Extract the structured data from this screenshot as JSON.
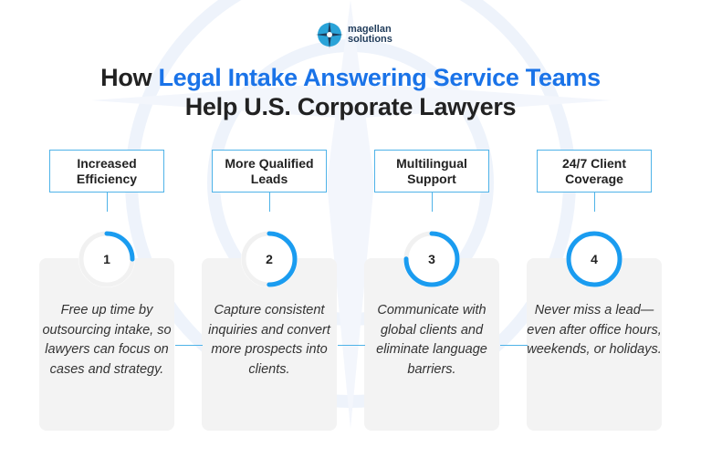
{
  "logo": {
    "line1": "magellan",
    "line2": "solutions"
  },
  "title": {
    "prefix": "How ",
    "highlight": "Legal Intake Answering Service Teams",
    "line2": "Help U.S. Corporate Lawyers"
  },
  "colors": {
    "accent": "#1a9cf0",
    "title_blue": "#1a73e8"
  },
  "steps": [
    {
      "number": "1",
      "heading": "Increased Efficiency",
      "description": "Free up time by outsourcing intake, so lawyers can focus on cases and strategy.",
      "progress": 0.25
    },
    {
      "number": "2",
      "heading": "More Qualified Leads",
      "description": "Capture consistent inquiries and convert more prospects into clients.",
      "progress": 0.5
    },
    {
      "number": "3",
      "heading": "Multilingual Support",
      "description": "Communicate with global clients and eliminate language barriers.",
      "progress": 0.75
    },
    {
      "number": "4",
      "heading": "24/7 Client Coverage",
      "description": "Never miss a lead—even after office hours, weekends, or holidays.",
      "progress": 1.0
    }
  ]
}
